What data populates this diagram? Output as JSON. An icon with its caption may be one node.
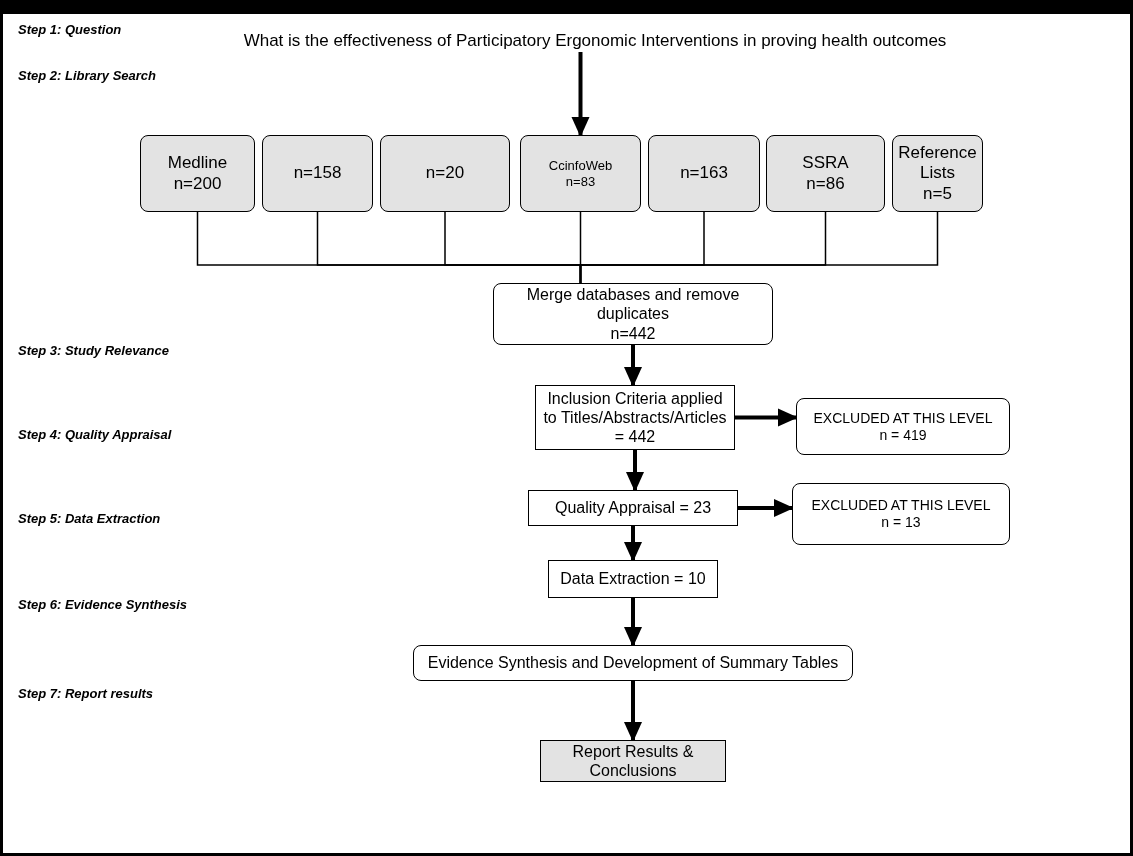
{
  "diagram": {
    "nodes": [
      {
        "text": [
          "What is the effectiveness of Participatory Ergonomic Interventions in proving health outcomes"
        ]
      },
      {
        "text": [
          "Medline",
          "n=200"
        ]
      },
      {
        "text": [
          "n=158"
        ]
      },
      {
        "text": [
          "n=20"
        ]
      },
      {
        "text": [
          "CcinfoWeb",
          "n=83"
        ]
      },
      {
        "text": [
          "n=163"
        ]
      },
      {
        "text": [
          "SSRA",
          "n=86"
        ]
      },
      {
        "text": [
          "Reference Lists",
          "n=5"
        ]
      },
      {
        "text": [
          "Merge databases and remove duplicates",
          "n=442"
        ]
      },
      {
        "text": [
          "Inclusion Criteria applied to Titles/Abstracts/Articles = 442"
        ]
      },
      {
        "text": [
          "EXCLUDED AT THIS LEVEL",
          "n = 419"
        ]
      },
      {
        "text": [
          "Quality Appraisal = 23"
        ]
      },
      {
        "text": [
          "EXCLUDED AT THIS LEVEL",
          "n = 13"
        ]
      },
      {
        "text": [
          "Data Extraction = 10"
        ]
      },
      {
        "text": [
          "Evidence Synthesis and Development of Summary Tables"
        ]
      },
      {
        "text": [
          "Report Results & Conclusions"
        ]
      }
    ],
    "edges": [
      {
        "from": 0,
        "to": 4,
        "arrow": "to"
      },
      {
        "from": 1,
        "to": 8,
        "arrow": "none"
      },
      {
        "from": 2,
        "to": 8,
        "arrow": "none"
      },
      {
        "from": 3,
        "to": 8,
        "arrow": "none"
      },
      {
        "from": 4,
        "to": 8,
        "arrow": "none"
      },
      {
        "from": 5,
        "to": 8,
        "arrow": "none"
      },
      {
        "from": 6,
        "to": 8,
        "arrow": "none"
      },
      {
        "from": 7,
        "to": 8,
        "arrow": "none"
      },
      {
        "from": 8,
        "to": 9,
        "arrow": "to"
      },
      {
        "from": 9,
        "to": 10,
        "arrow": "to"
      },
      {
        "from": 9,
        "to": 11,
        "arrow": "to"
      },
      {
        "from": 11,
        "to": 12,
        "arrow": "to"
      },
      {
        "from": 11,
        "to": 13,
        "arrow": "to"
      },
      {
        "from": 13,
        "to": 14,
        "arrow": "to"
      },
      {
        "from": 14,
        "to": 15,
        "arrow": "to"
      }
    ],
    "labels": [
      "Step 1: Question",
      "Step 2: Library Search",
      "Step 3: Study Relevance",
      "Step 4: Quality Appraisal",
      "Step 5: Data Extraction",
      "Step 6: Evidence Synthesis",
      "Step 7: Report results"
    ]
  }
}
